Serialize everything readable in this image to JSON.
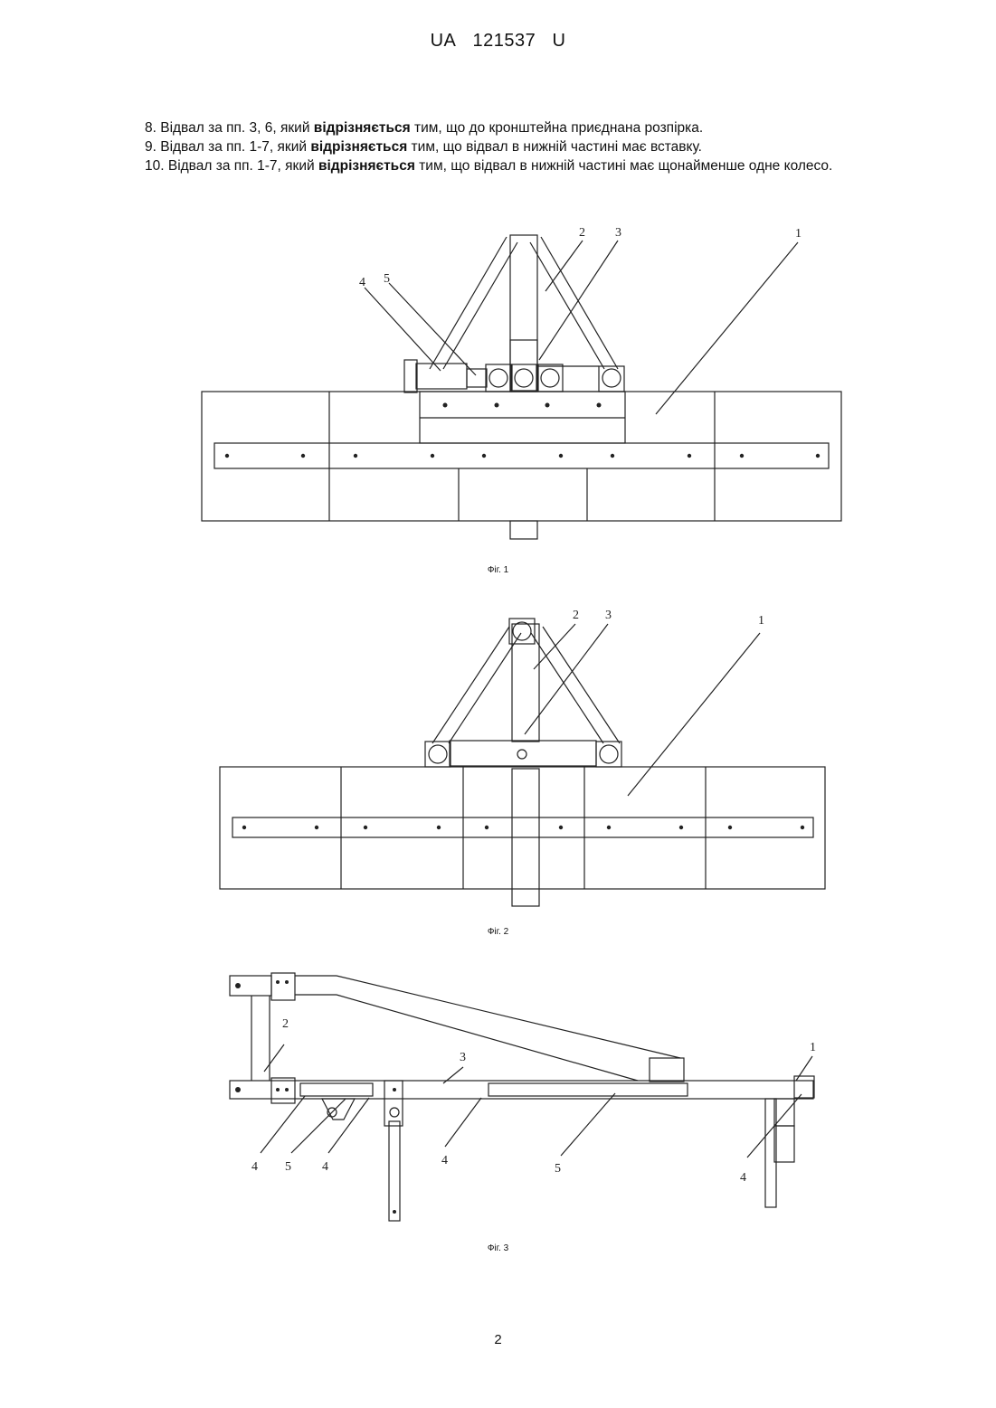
{
  "header": {
    "country": "UA",
    "number": "121537",
    "kind": "U"
  },
  "claims": [
    {
      "pre": "8. Відвал за пп. 3, 6, який ",
      "bold": "відрізняється",
      "post": " тим, що до кронштейна приєднана розпірка."
    },
    {
      "pre": "9. Відвал за пп. 1-7, який ",
      "bold": "відрізняється",
      "post": " тим, що відвал в нижній частині має вставку."
    },
    {
      "pre": "10. Відвал за пп. 1-7, який ",
      "bold": "відрізняється",
      "post": " тим, що відвал в нижній частині має щонайменше одне колесо."
    }
  ],
  "figures": {
    "fig1": {
      "caption": "Фіг. 1",
      "labels": {
        "l1": "1",
        "l2": "2",
        "l3": "3",
        "l4": "4",
        "l5": "5"
      }
    },
    "fig2": {
      "caption": "Фіг. 2",
      "labels": {
        "l1": "1",
        "l2": "2",
        "l3": "3"
      }
    },
    "fig3": {
      "caption": "Фіг. 3",
      "labels": {
        "l1": "1",
        "l2": "2",
        "l3": "3",
        "l4a": "4",
        "l5a": "5",
        "l4b": "4",
        "l4c": "4",
        "l5b": "5",
        "l4d": "4"
      }
    }
  },
  "page_number": "2"
}
